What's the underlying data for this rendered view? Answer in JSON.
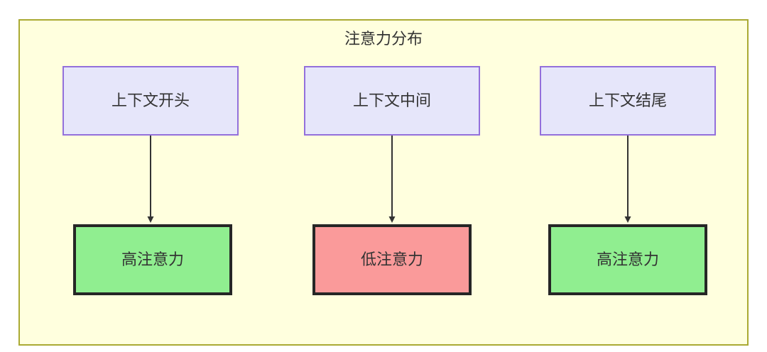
{
  "diagram": {
    "title": "注意力分布",
    "colors": {
      "cluster_background": "#ffffde",
      "cluster_border": "#aaaa33",
      "context_fill": "#e6e6fa",
      "context_border": "#9370db",
      "high_attention_fill": "#90ee90",
      "low_attention_fill": "#fa9a9a",
      "attention_border": "#262626",
      "edge_stroke": "#333333",
      "text": "#333333"
    },
    "context_nodes": [
      {
        "id": "ctx-start",
        "label": "上下文开头"
      },
      {
        "id": "ctx-middle",
        "label": "上下文中间"
      },
      {
        "id": "ctx-end",
        "label": "上下文结尾"
      }
    ],
    "attention_nodes": [
      {
        "id": "attn-start",
        "label": "高注意力",
        "level": "high"
      },
      {
        "id": "attn-middle",
        "label": "低注意力",
        "level": "low"
      },
      {
        "id": "attn-end",
        "label": "高注意力",
        "level": "high"
      }
    ],
    "edges": [
      {
        "from": "ctx-start",
        "to": "attn-start",
        "label": ""
      },
      {
        "from": "ctx-middle",
        "to": "attn-middle",
        "label": ""
      },
      {
        "from": "ctx-end",
        "to": "attn-end",
        "label": ""
      }
    ]
  }
}
